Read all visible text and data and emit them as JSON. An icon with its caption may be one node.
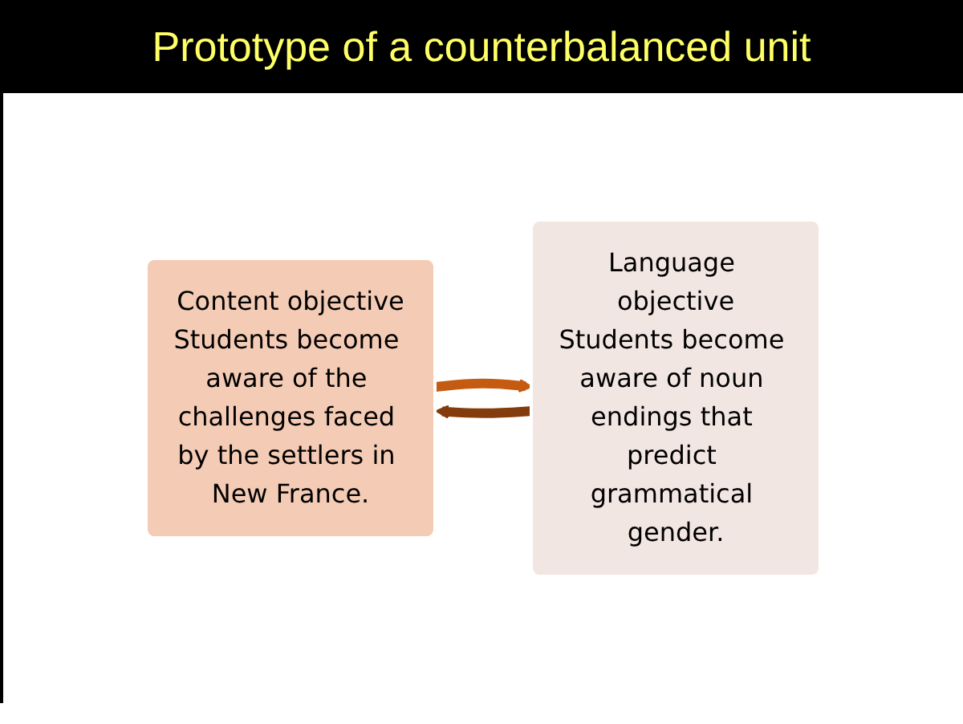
{
  "diagram": {
    "title": "Prototype of a counterbalanced unit",
    "nodes": [
      {
        "text": [
          "Content objective",
          "Students become aware of the challenges faced by the settlers in New France."
        ]
      },
      {
        "text": [
          "Language objective",
          "Students become aware of noun endings that predict grammatical gender."
        ]
      }
    ],
    "edges": [
      {
        "from": 0,
        "to": 1,
        "arrow": "to",
        "color": "#c55a11"
      },
      {
        "from": 1,
        "to": 0,
        "arrow": "to",
        "color": "#843c0c"
      }
    ]
  }
}
